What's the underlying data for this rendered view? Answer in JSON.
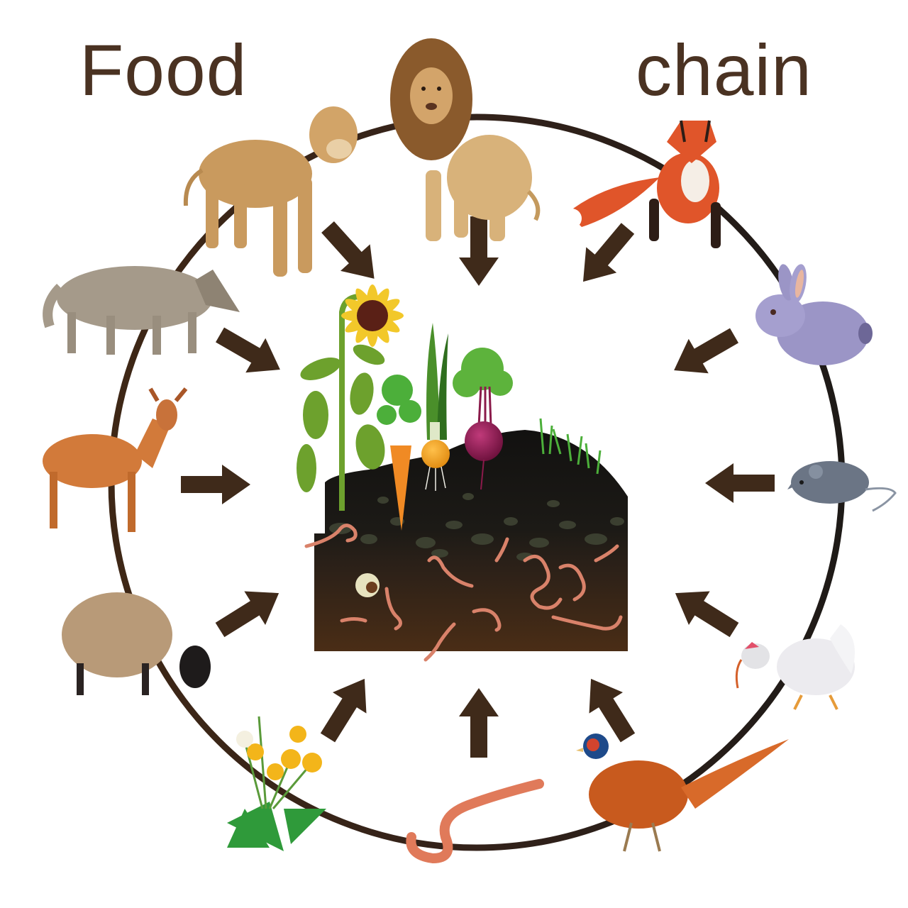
{
  "title": {
    "word1": "Food",
    "word2": "chain"
  },
  "colors": {
    "title": "#4a3222",
    "arrow": "#3f2a1a",
    "ring_left": "#3e2716",
    "ring_right": "#1e1a17",
    "soil_top": "#121110",
    "soil_bottom": "#4a2d16",
    "worm": "#d9826a"
  },
  "diagram": {
    "type": "cycle",
    "center": "Soil with plants, vegetables and worms (decomposers)",
    "center_items": [
      "Sunflower",
      "Carrot",
      "Onion",
      "Leek",
      "Beetroot",
      "Grass",
      "Earthworms",
      "Grub"
    ],
    "nodes": [
      {
        "id": "lioness",
        "label": "Lioness"
      },
      {
        "id": "lion",
        "label": "Lion"
      },
      {
        "id": "fox",
        "label": "Fox"
      },
      {
        "id": "rabbit",
        "label": "Rabbit"
      },
      {
        "id": "mouse",
        "label": "Mouse"
      },
      {
        "id": "chicken",
        "label": "Chicken"
      },
      {
        "id": "pheasant",
        "label": "Pheasant"
      },
      {
        "id": "earthworm",
        "label": "Earthworm"
      },
      {
        "id": "dandelion",
        "label": "Dandelion"
      },
      {
        "id": "sheep",
        "label": "Sheep"
      },
      {
        "id": "deer",
        "label": "Deer"
      },
      {
        "id": "wolf",
        "label": "Wolf"
      }
    ],
    "arrows": "All 12 arrows point from surrounding organisms toward the central soil"
  }
}
